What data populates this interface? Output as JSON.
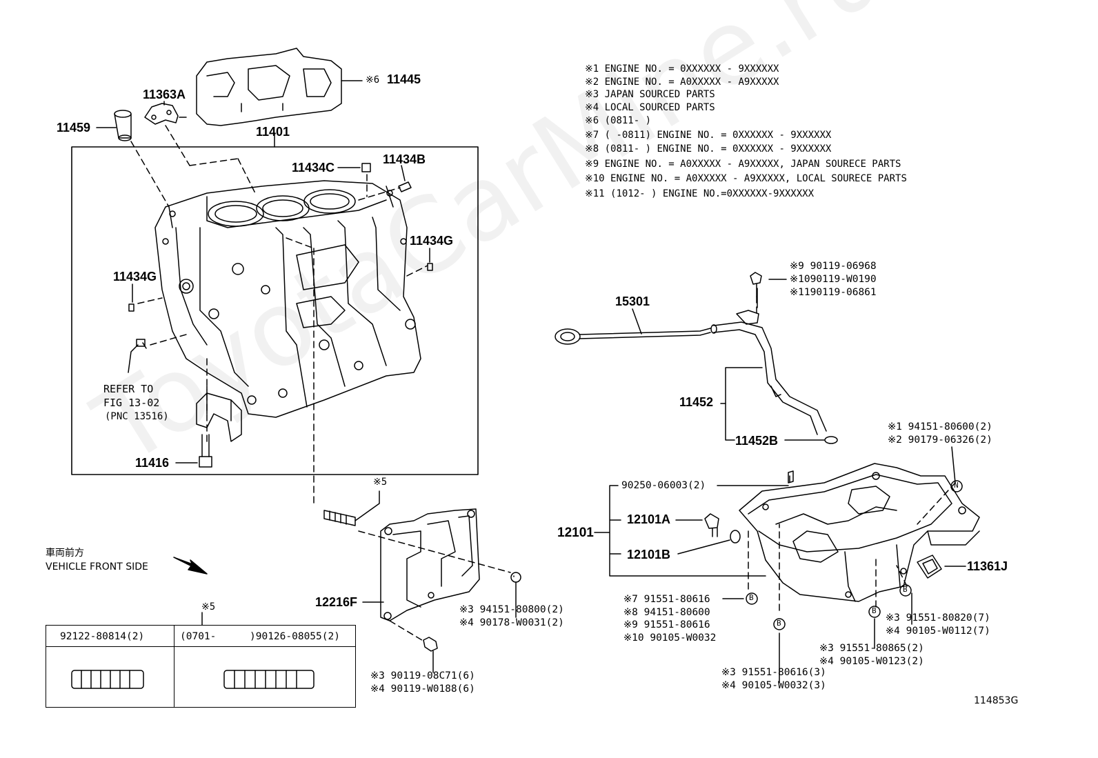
{
  "watermark": "ToyotaCarMine.ru",
  "figure_code": "114853G",
  "notes": [
    "※1 ENGINE NO. = 0XXXXXX - 9XXXXXX",
    "※2 ENGINE NO. = A0XXXXX - A9XXXXX",
    "※3  JAPAN SOURCED PARTS",
    "※4  LOCAL SOURCED PARTS",
    "※6 (0811-    )",
    "※7 (      -0811) ENGINE NO. = 0XXXXXX - 9XXXXXX",
    "※8 (0811-      ) ENGINE NO. = 0XXXXXX - 9XXXXXX",
    "※9 ENGINE NO. = A0XXXXX - A9XXXXX, JAPAN SOURECE PARTS",
    "※10 ENGINE NO. = A0XXXXX - A9XXXXX, LOCAL SOURECE PARTS",
    "※11 (1012-   )  ENGINE NO.=0XXXXXX-9XXXXXX"
  ],
  "parts": {
    "p11445_mark": "※6",
    "p11445": "11445",
    "p11363A": "11363A",
    "p11459": "11459",
    "p11401": "11401",
    "p11434C": "11434C",
    "p11434B": "11434B",
    "p11434G_right": "11434G",
    "p11434G_left": "11434G",
    "p11416": "11416",
    "p15301": "15301",
    "p11452": "11452",
    "p11452B": "11452B",
    "p12101": "12101",
    "p12101A": "12101A",
    "p12101B": "12101B",
    "p11361J": "11361J",
    "p12216F": "12216F",
    "mark5_top": "※5",
    "mark5_table": "※5"
  },
  "refer": {
    "line1": "REFER TO",
    "line2": "FIG 13-02",
    "line3": "(PNC 13516)"
  },
  "vehicle_front": {
    "jp": "車両前方",
    "en": "VEHICLE FRONT SIDE"
  },
  "bolts_dipstick": [
    "※9  90119-06968",
    "※1090119-W0190",
    "※1190119-06861"
  ],
  "pan_top_right": [
    "※1 94151-80600(2)",
    "※2 90179-06326(2)"
  ],
  "pan_plug": "90250-06003(2)",
  "plate_nuts": [
    "※3  94151-80800(2)",
    "※4  90178-W0031(2)"
  ],
  "plate_bolts": [
    "※3  90119-08C71(6)",
    "※4  90119-W0188(6)"
  ],
  "pan_bolts_left": [
    "※7  91551-80616",
    "※8  94151-80600",
    "※9  91551-80616",
    "※10 90105-W0032"
  ],
  "pan_bolts_right": [
    "※3  91551-80820(7)",
    "※4  90105-W0112(7)"
  ],
  "pan_bolts_mid": [
    "※3  91551-80865(2)",
    "※4  90105-W0123(2)"
  ],
  "pan_bolts_bottom": [
    "※3  91551-80616(3)",
    "※4  90105-W0032(3)"
  ],
  "marker_b": "B",
  "marker_n": "N",
  "stud_table": {
    "col1": "92122-80814(2)",
    "col2_range": "(0701-",
    "col2_part": ")90126-08055(2)"
  }
}
